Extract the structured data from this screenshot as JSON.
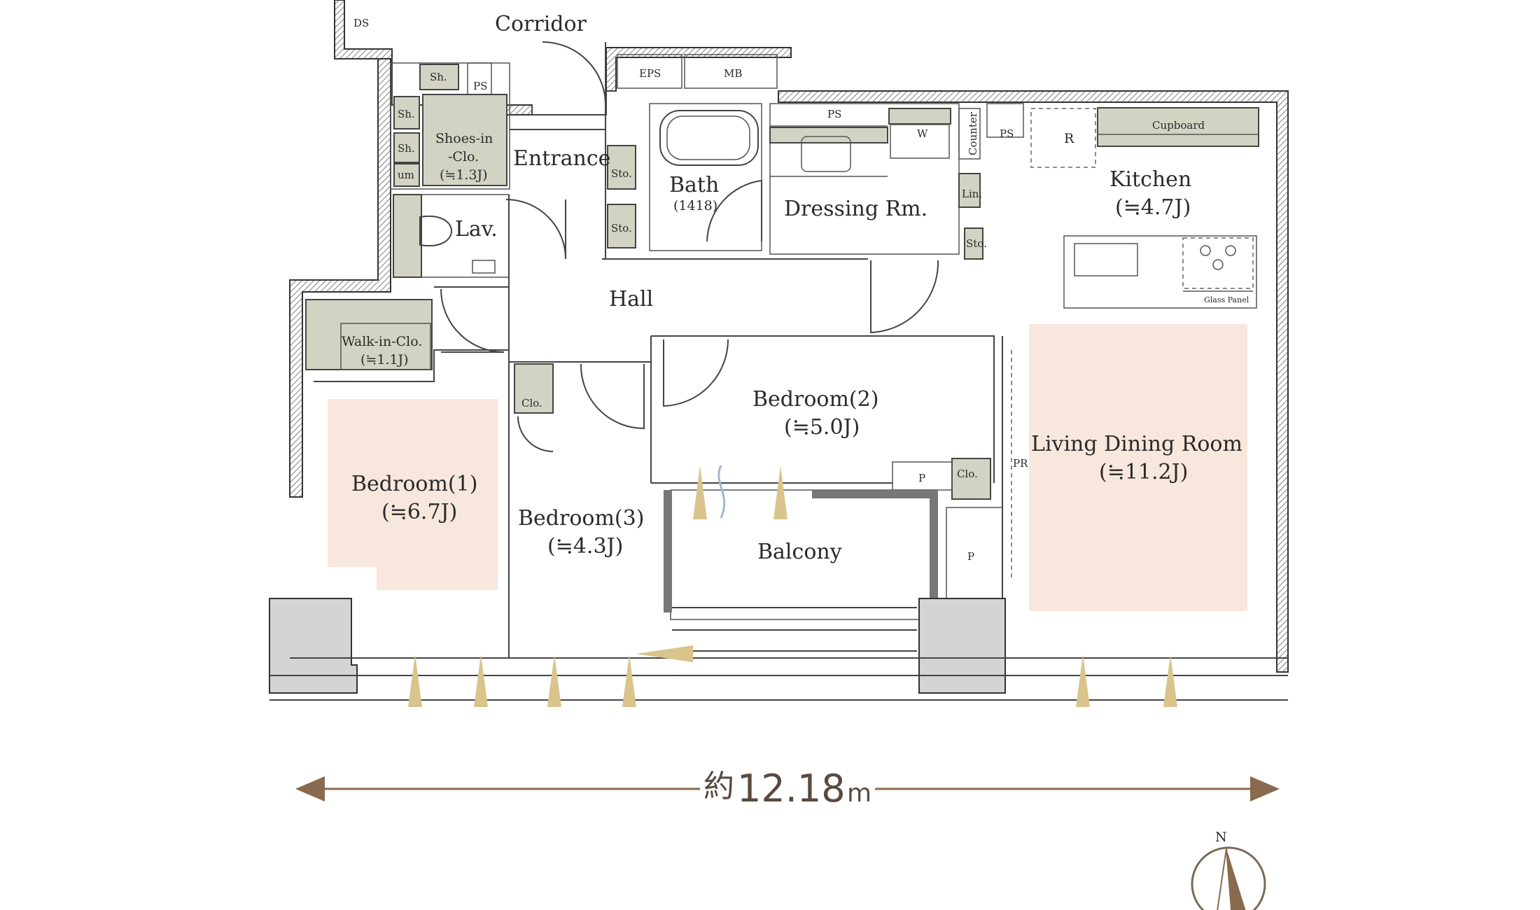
{
  "plan": {
    "rooms": {
      "ds": "DS",
      "corridor": "Corridor",
      "eps": "EPS",
      "mb": "MB",
      "ps1": "PS",
      "ps2": "PS",
      "ps3": "PS",
      "sh1": "Sh.",
      "sh2": "Sh.",
      "sh3": "Sh.",
      "um": "um",
      "shoes_name": "Shoes-in",
      "shoes_name2": "-Clo.",
      "shoes_size": "(≒1.3J)",
      "entrance": "Entrance",
      "sto1": "Sto.",
      "sto2": "Sto.",
      "sto3": "Sto.",
      "bath": "Bath",
      "bath_size": "(1418)",
      "w": "W",
      "counter": "Counter",
      "r": "R",
      "cupboard": "Cupboard",
      "kitchen": "Kitchen",
      "kitchen_size": "(≒4.7J)",
      "lin": "Lin.",
      "dressing": "Dressing Rm.",
      "lav": "Lav.",
      "hall": "Hall",
      "glass_panel": "Glass Panel",
      "walkin_name": "Walk-in-Clo.",
      "walkin_size": "(≒1.1J)",
      "clo1": "Clo.",
      "clo2": "Clo.",
      "bedroom2": "Bedroom(2)",
      "bedroom2_size": "(≒5.0J)",
      "living": "Living Dining Room",
      "living_size": "(≒11.2J)",
      "pr": "PR",
      "p1": "P",
      "p2": "P",
      "bedroom1": "Bedroom(1)",
      "bedroom1_size": "(≒6.7J)",
      "bedroom3": "Bedroom(3)",
      "bedroom3_size": "(≒4.3J)",
      "balcony": "Balcony"
    },
    "dimension": {
      "prefix": "約",
      "value": "12.18",
      "unit": "m"
    },
    "compass": {
      "label": "N"
    }
  }
}
